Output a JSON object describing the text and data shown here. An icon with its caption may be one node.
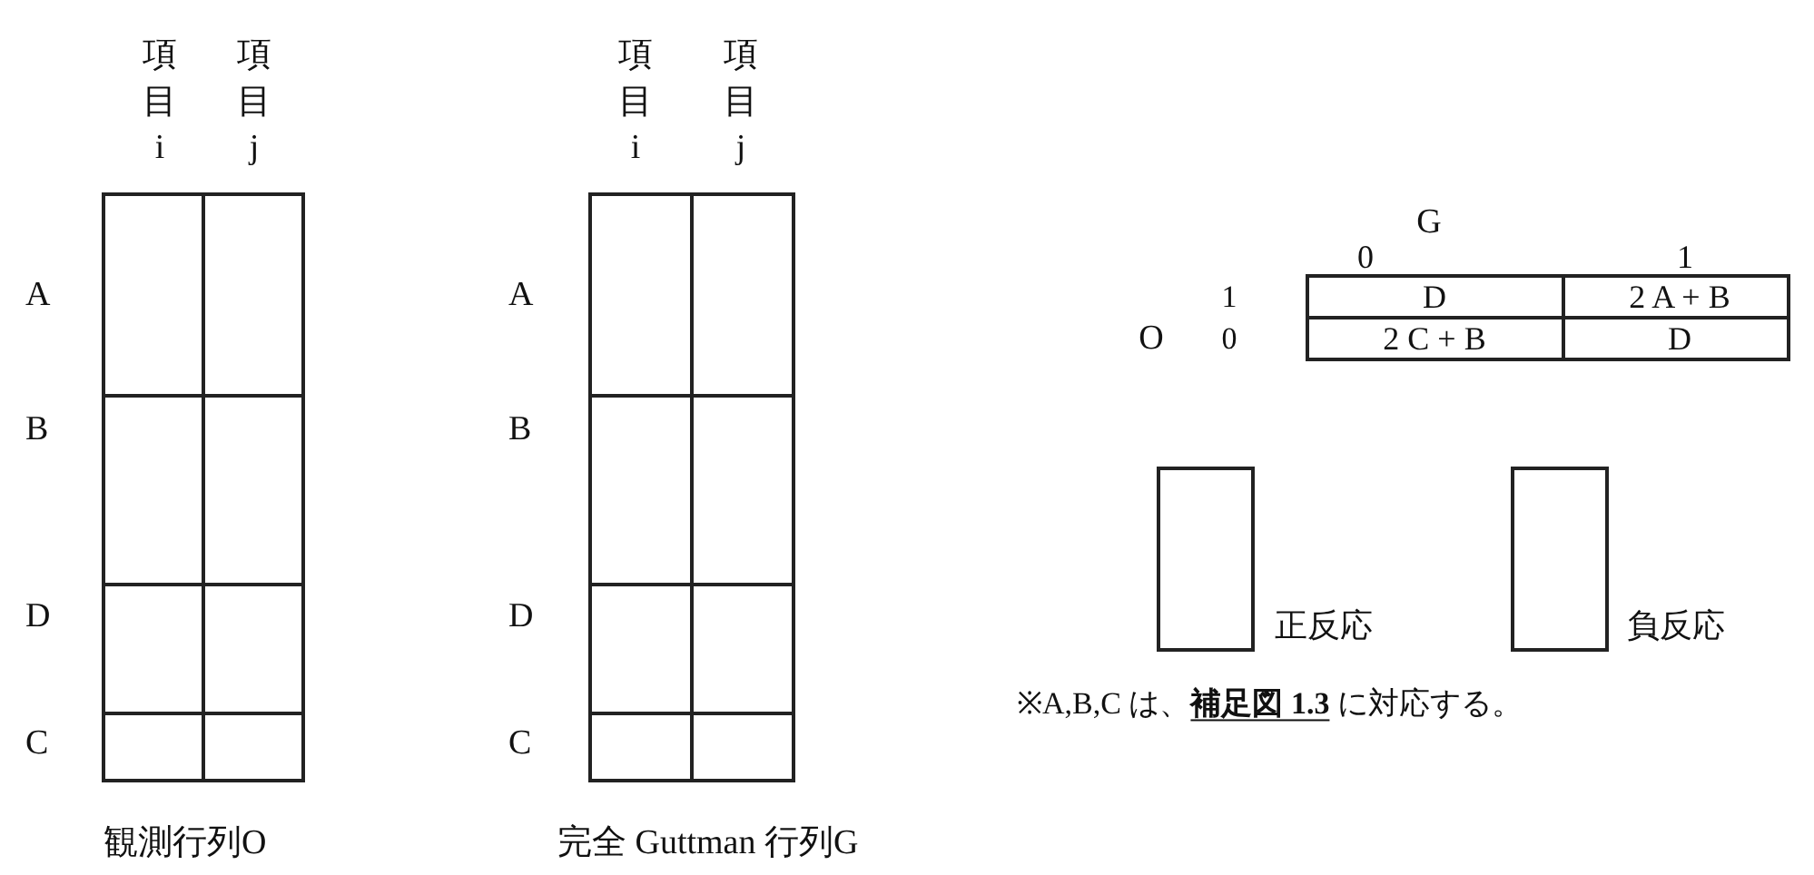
{
  "diagram": {
    "labels": [
      "項目i",
      "項目j",
      "A",
      "B",
      "D",
      "C",
      "観測行列O",
      "項目i",
      "項目j",
      "A",
      "B",
      "D",
      "C",
      "完全 Guttman 行列G",
      "G",
      "0",
      "1",
      "1",
      "D",
      "2 A + B",
      "O",
      "0",
      "2 C + B",
      "D",
      "※A,B,C は、**補足図 1.3** に対応する。"
    ],
    "legend": [
      {
        "text": "正反応"
      },
      {
        "text": "負反応"
      }
    ]
  }
}
